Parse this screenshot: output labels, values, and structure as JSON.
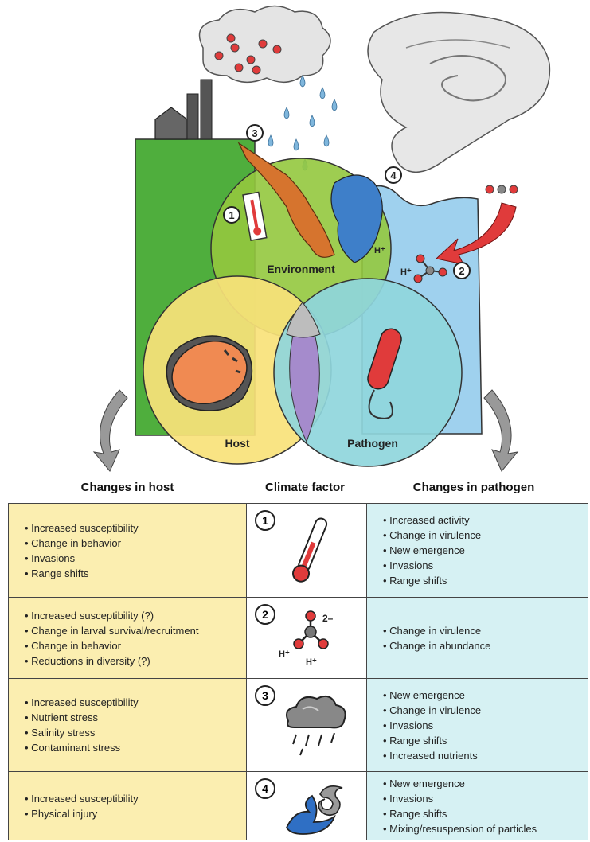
{
  "diagram": {
    "labels": {
      "environment": "Environment",
      "host": "Host",
      "pathogen": "Pathogen",
      "h_plus": "H⁺"
    },
    "markers": [
      "1",
      "2",
      "3",
      "4"
    ]
  },
  "headers": {
    "host": "Changes in host",
    "factor": "Climate factor",
    "pathogen": "Changes in pathogen"
  },
  "rows": [
    {
      "num": "1",
      "icon": "thermometer-icon",
      "host": [
        "Increased susceptibility",
        "Change in behavior",
        "Invasions",
        "Range shifts"
      ],
      "pathogen": [
        "Increased activity",
        "Change in virulence",
        "New emergence",
        "Invasions",
        "Range shifts"
      ]
    },
    {
      "num": "2",
      "icon": "carbonate-molecule-icon",
      "icon_labels": {
        "charge": "2–",
        "h1": "H⁺",
        "h2": "H⁺"
      },
      "host": [
        "Increased susceptibility (?)",
        "Change in larval survival/recruitment",
        "Change in behavior",
        "Reductions in diversity (?)"
      ],
      "pathogen": [
        "Change in virulence",
        "Change in abundance"
      ]
    },
    {
      "num": "3",
      "icon": "rain-cloud-icon",
      "host": [
        "Increased susceptibility",
        "Nutrient stress",
        "Salinity stress",
        "Contaminant stress"
      ],
      "pathogen": [
        "New emergence",
        "Change in virulence",
        "Invasions",
        "Range shifts",
        "Increased nutrients"
      ]
    },
    {
      "num": "4",
      "icon": "storm-wave-icon",
      "host": [
        "Increased susceptibility",
        "Physical injury"
      ],
      "pathogen": [
        "New emergence",
        "Invasions",
        "Range shifts",
        "Mixing/resuspension of particles"
      ]
    }
  ],
  "colors": {
    "host": "#fbeeb0",
    "pathogen": "#d6f1f3",
    "environment": "#93c83e",
    "land": "#4fae3d",
    "water": "#9fd1ee"
  }
}
